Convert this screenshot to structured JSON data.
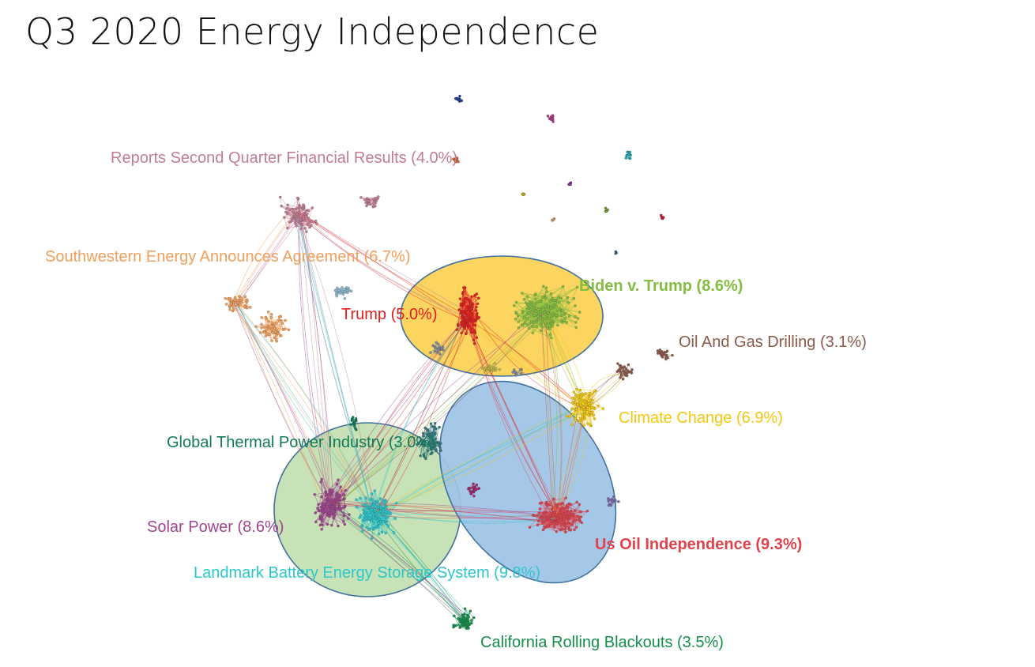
{
  "title": "Q3 2020 Energy Independence",
  "highlights": [
    {
      "id": "orange-ellipse",
      "color": "#fcd053"
    },
    {
      "id": "green-ellipse",
      "color": "#c3dfb1"
    },
    {
      "id": "blue-ellipse",
      "color": "#9ec3e6"
    }
  ],
  "clusters": [
    {
      "id": "reports",
      "label": "Reports Second Quarter Financial Results (4.0%)",
      "color": "#c27d93",
      "bold": false
    },
    {
      "id": "southwestern",
      "label": "Southwestern Energy Announces Agreement (6.7%)",
      "color": "#f0a05c",
      "bold": false
    },
    {
      "id": "biden",
      "label": "Biden v. Trump  (8.6%)",
      "color": "#84bd3f",
      "bold": true
    },
    {
      "id": "trump",
      "label": "Trump  (5.0%)",
      "color": "#e11d1d",
      "bold": false
    },
    {
      "id": "oilgas",
      "label": "Oil And Gas Drilling  (3.1%)",
      "color": "#8b5a4a",
      "bold": false
    },
    {
      "id": "climate",
      "label": "Climate Change  (6.9%)",
      "color": "#f2c80f",
      "bold": false
    },
    {
      "id": "thermal",
      "label": "Global Thermal Power Industry  (3.0%)",
      "color": "#117a55",
      "bold": false
    },
    {
      "id": "solar",
      "label": "Solar Power (8.6%)",
      "color": "#a0458f",
      "bold": false
    },
    {
      "id": "usoil",
      "label": "Us Oil Independence  (9.3%)",
      "color": "#e0434d",
      "bold": true
    },
    {
      "id": "battery",
      "label": "Landmark Battery Energy Storage System (9.8%)",
      "color": "#2cc7cc",
      "bold": false
    },
    {
      "id": "california",
      "label": "California Rolling Blackouts (3.5%)",
      "color": "#13904a",
      "bold": false
    }
  ]
}
